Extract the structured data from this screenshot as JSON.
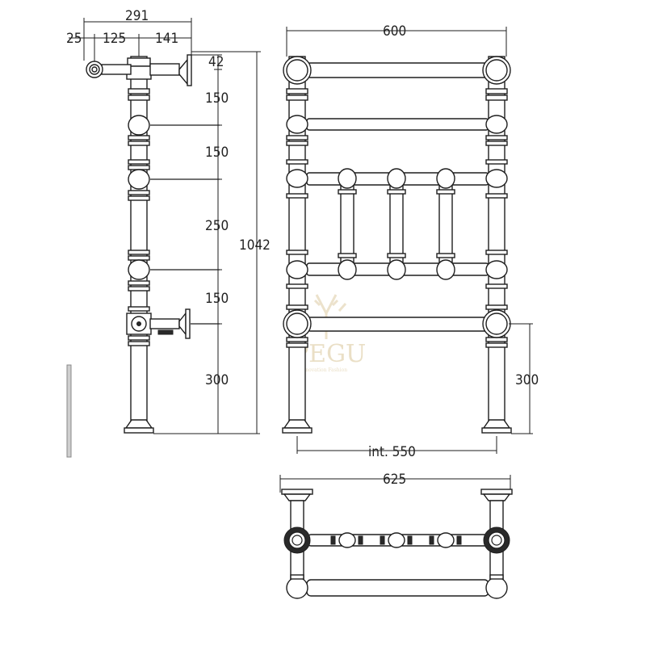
{
  "side_view": {
    "dims": {
      "total_depth": "291",
      "wall_offset": "25",
      "mid_offset": "125",
      "bracket_offset": "141",
      "top_gap": "42",
      "rail_gap_1": "150",
      "rail_gap_2": "150",
      "rail_gap_3": "250",
      "rail_gap_4": "150",
      "floor_height": "300",
      "total_height": "1042"
    }
  },
  "front_view": {
    "dims": {
      "width": "600",
      "bottom_height": "300",
      "internal_width": "int. 550"
    }
  },
  "top_view": {
    "dims": {
      "overall_width": "625"
    }
  },
  "watermark": {
    "brand": "PEGU",
    "tagline": "Innovation Fashion"
  },
  "colors": {
    "line": "#1e1e1e",
    "watermark": "#e8dcc0",
    "wall_bar": "#cfcfcf"
  }
}
